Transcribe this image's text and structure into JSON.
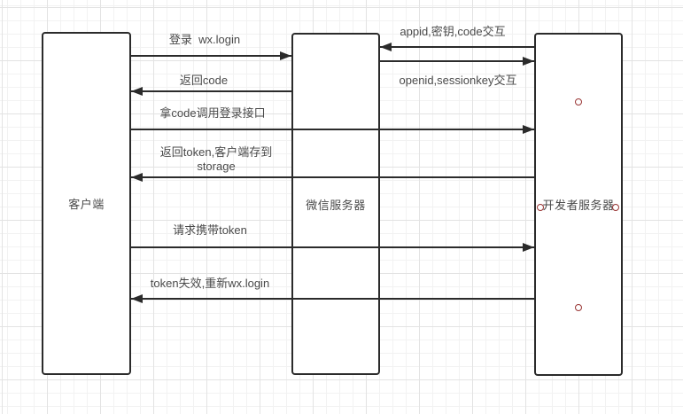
{
  "diagram": {
    "actors": [
      {
        "label": "客户端"
      },
      {
        "label": "微信服务器"
      },
      {
        "label": "开发者服务器"
      }
    ],
    "messages": [
      {
        "label": "登录  wx.login",
        "from": "客户端",
        "to": "微信服务器",
        "direction": "right"
      },
      {
        "label": "appid,密钥,code交互",
        "from": "开发者服务器",
        "to": "微信服务器",
        "direction": "left"
      },
      {
        "label": "openid,sessionkey交互",
        "from": "微信服务器",
        "to": "开发者服务器",
        "direction": "right"
      },
      {
        "label": "返回code",
        "from": "微信服务器",
        "to": "客户端",
        "direction": "left"
      },
      {
        "label": "拿code调用登录接口",
        "from": "客户端",
        "to": "开发者服务器",
        "direction": "right"
      },
      {
        "label": "返回token,客户端存到storage",
        "from": "开发者服务器",
        "to": "客户端",
        "direction": "left"
      },
      {
        "label": "请求携带token",
        "from": "客户端",
        "to": "开发者服务器",
        "direction": "right"
      },
      {
        "label": "token失效,重新wx.login",
        "from": "开发者服务器",
        "to": "客户端",
        "direction": "left"
      }
    ],
    "colors": {
      "stroke": "#2b2b2b",
      "text": "#4a4a4a",
      "box_fill": "#ffffff",
      "endpoint": "#993534",
      "grid_minor": "#f2f2f2",
      "grid_major": "#e3e3e3"
    }
  }
}
